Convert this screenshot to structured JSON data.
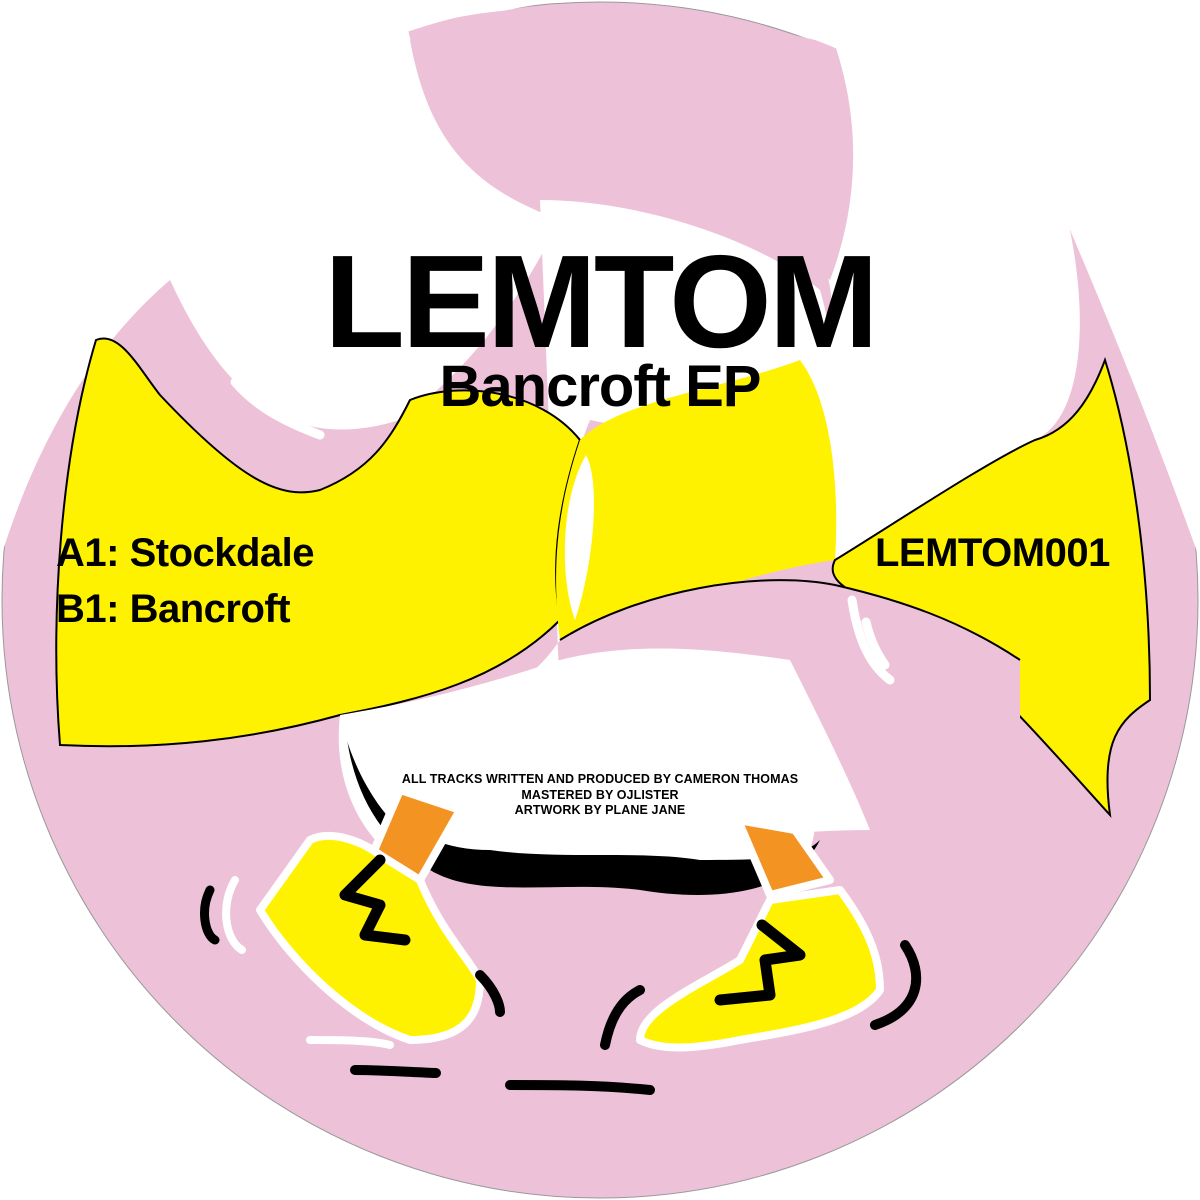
{
  "record": {
    "artist": "LEMTOM",
    "title": "Bancroft EP",
    "catalog_number": "LEMTOM001",
    "tracks": [
      {
        "side": "A1",
        "name": "Stockdale",
        "label": "A1: Stockdale"
      },
      {
        "side": "B1",
        "name": "Bancroft",
        "label": "B1: Bancroft"
      }
    ],
    "credits": [
      "ALL TRACKS WRITTEN AND PRODUCED BY CAMERON THOMAS",
      "MASTERED BY OJLISTER",
      "ARTWORK BY PLANE JANE"
    ]
  },
  "colors": {
    "pink": "#edc1d8",
    "yellow": "#fff200",
    "orange": "#f39321",
    "black": "#000000",
    "white": "#ffffff"
  },
  "illustration": {
    "subject": "walking-legs-in-sneakers",
    "elements": [
      "white-skirt",
      "orange-socks",
      "yellow-sneakers",
      "motion-lines"
    ]
  }
}
